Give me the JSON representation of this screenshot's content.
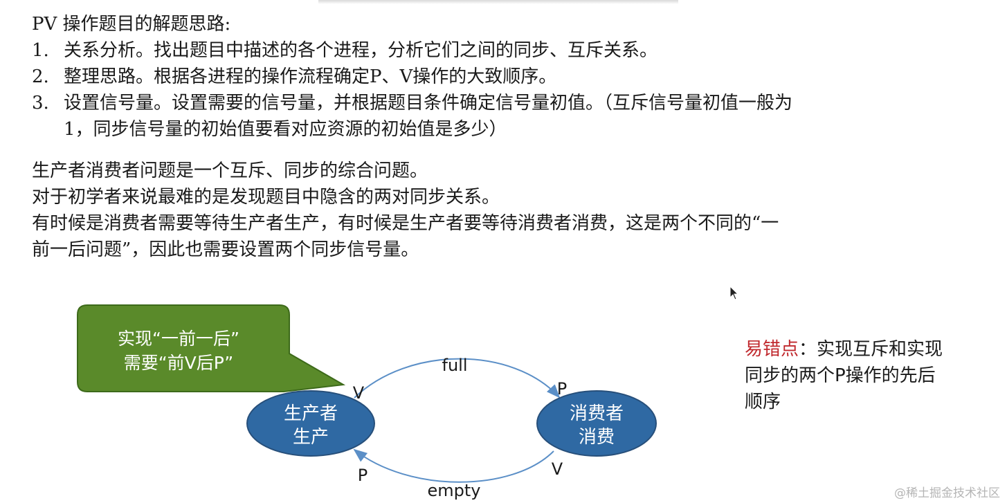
{
  "heading": "PV 操作题目的解题思路:",
  "steps": [
    {
      "num": "1.",
      "text": "关系分析。找出题目中描述的各个进程，分析它们之间的同步、互斥关系。"
    },
    {
      "num": "2.",
      "text": "整理思路。根据各进程的操作流程确定P、V操作的大致顺序。"
    },
    {
      "num": "3.",
      "text": "设置信号量。设置需要的信号量，并根据题目条件确定信号量初值。（互斥信号量初值一般为",
      "cont": "1，同步信号量的初始值要看对应资源的初始值是多少）"
    }
  ],
  "paragraphs": [
    "生产者消费者问题是一个互斥、同步的综合问题。",
    "对于初学者来说最难的是发现题目中隐含的两对同步关系。",
    "有时候是消费者需要等待生产者生产，有时候是生产者要等待消费者消费，这是两个不同的“一",
    "前一后问题”，因此也需要设置两个同步信号量。"
  ],
  "diagram": {
    "callout": {
      "line1": "实现“一前一后”",
      "line2": "需要“前V后P”",
      "fill": "#5a8a2a"
    },
    "producer": {
      "line1": "生产者",
      "line2": "生产",
      "fill": "#2f69a3"
    },
    "consumer": {
      "line1": "消费者",
      "line2": "消费",
      "fill": "#2f69a3"
    },
    "top_arc": {
      "label": "full",
      "start": "V",
      "end": "P"
    },
    "bottom_arc": {
      "label": "empty",
      "start": "V",
      "end": "P"
    }
  },
  "note": {
    "highlight": "易错点",
    "rest": "：实现互斥和实现同步的两个P操作的先后顺序"
  },
  "watermark": "@稀土掘金技术社区"
}
